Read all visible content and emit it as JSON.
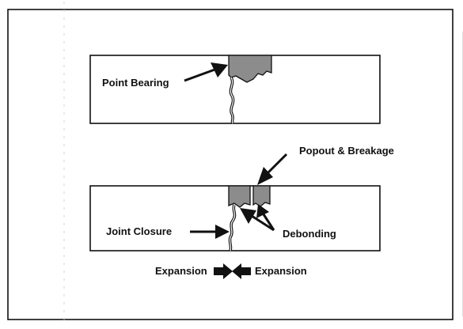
{
  "labels": {
    "point_bearing": "Point Bearing",
    "popout_breakage": "Popout & Breakage",
    "joint_closure": "Joint Closure",
    "debonding": "Debonding",
    "expansion_left": "Expansion",
    "expansion_right": "Expansion"
  },
  "colors": {
    "line": "#111111",
    "fill": "#8c8c8c",
    "background": "#ffffff"
  },
  "icons": {
    "pointer": "arrow-icon",
    "expansion_right": "arrow-right-icon",
    "expansion_left": "arrow-left-icon"
  }
}
